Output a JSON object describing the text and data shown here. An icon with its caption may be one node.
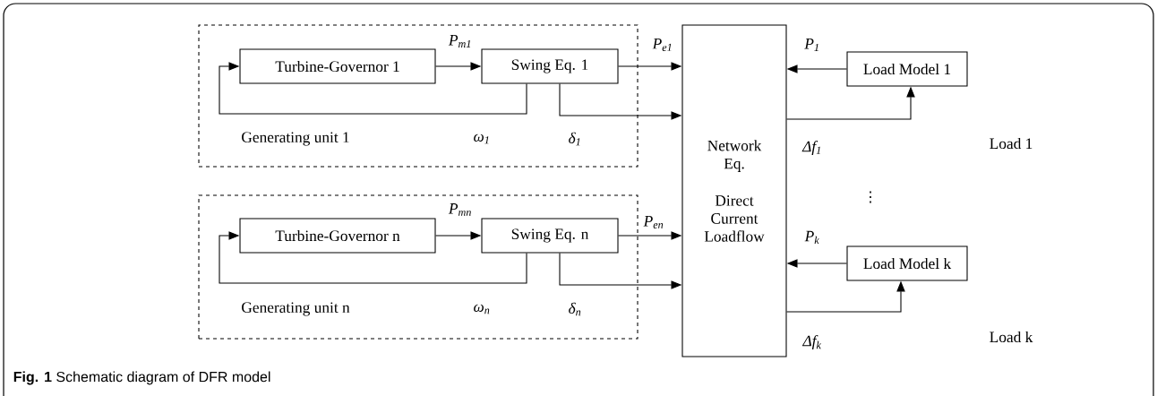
{
  "diagram": {
    "caption": "**Fig. 1** Schematic diagram of DFR model",
    "nodes": [
      {
        "text": [
          "Generating unit 1"
        ]
      },
      {
        "text": [
          "Turbine-Governor 1"
        ],
        "in": 0
      },
      {
        "text": [
          "Swing Eq. 1"
        ],
        "in": 0
      },
      {
        "text": [
          "Generating unit n"
        ]
      },
      {
        "text": [
          "Turbine-Governor n"
        ],
        "in": 3
      },
      {
        "text": [
          "Swing Eq. n"
        ],
        "in": 3
      },
      {
        "text": [
          "Network Eq.",
          "Direct Current Loadflow"
        ]
      },
      {
        "text": [
          "Load Model 1"
        ],
        "beside": [
          "Load 1"
        ]
      },
      {
        "text": [
          "Load Model k"
        ],
        "beside": [
          "Load k"
        ]
      }
    ],
    "edges": [
      {
        "from": 2,
        "to": 1,
        "arrow": "to",
        "label": "ω$_{1}$"
      },
      {
        "from": 1,
        "to": 2,
        "arrow": "to",
        "label": "P$_{m1}$"
      },
      {
        "from": 2,
        "to": 6,
        "arrow": "to",
        "label": "P$_{e1}$"
      },
      {
        "from": 2,
        "to": 6,
        "arrow": "to",
        "label": "δ$_{1}$"
      },
      {
        "from": 5,
        "to": 4,
        "arrow": "to",
        "label": "ω$_{n}$"
      },
      {
        "from": 4,
        "to": 5,
        "arrow": "to",
        "label": "P$_{mn}$"
      },
      {
        "from": 5,
        "to": 6,
        "arrow": "to",
        "label": "P$_{en}$"
      },
      {
        "from": 5,
        "to": 6,
        "arrow": "to",
        "label": "δ$_{n}$"
      },
      {
        "from": 7,
        "to": 6,
        "arrow": "to",
        "label": "P$_{1}$"
      },
      {
        "from": 6,
        "to": 7,
        "arrow": "to",
        "label": "Δf$_{1}$"
      },
      {
        "from": 8,
        "to": 6,
        "arrow": "to",
        "label": "P$_{k}$"
      },
      {
        "from": 6,
        "to": 8,
        "arrow": "to",
        "label": "Δf$_{k}$"
      }
    ],
    "labels": [
      "⋮"
    ]
  }
}
